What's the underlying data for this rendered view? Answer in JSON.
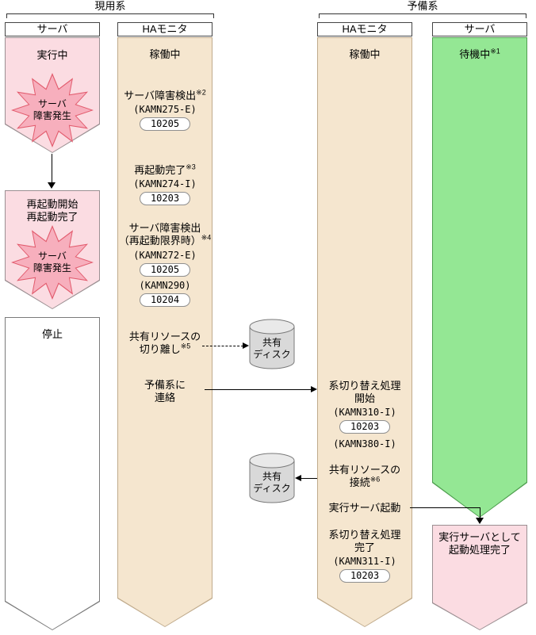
{
  "groups": {
    "active": "現用系",
    "standby": "予備系"
  },
  "columns": {
    "server_left": "サーバ",
    "monitor_left": "HAモニタ",
    "monitor_right": "HAモニタ",
    "server_right": "サーバ"
  },
  "active_server": {
    "running": "実行中",
    "burst1": {
      "line1": "サーバ",
      "line2": "障害発生"
    },
    "restart_start": "再起動開始",
    "restart_done": "再起動完了",
    "burst2": {
      "line1": "サーバ",
      "line2": "障害発生"
    },
    "stopped": "停止"
  },
  "active_monitor": {
    "status": "稼働中",
    "detect1": {
      "label": "サーバ障害検出",
      "note": "※2",
      "msg": "(KAMN275-E)",
      "code": "10205"
    },
    "restart": {
      "label": "再起動完了",
      "note": "※3",
      "msg": "(KAMN274-I)",
      "code": "10203"
    },
    "detect2": {
      "label1": "サーバ障害検出",
      "label2": "（再起動限界時）",
      "note": "※4",
      "msg1": "(KAMN272-E)",
      "code1": "10205",
      "msg2": "(KAMN290)",
      "code2": "10204"
    },
    "detach": {
      "line1": "共有リソースの",
      "line2": "切り離し",
      "note": "※5"
    },
    "notify": {
      "line1": "予備系に",
      "line2": "連絡"
    }
  },
  "standby_monitor": {
    "status": "稼働中",
    "switch_start": {
      "line1": "系切り替え処理",
      "line2": "開始",
      "msg1": "(KAMN310-I)",
      "code1": "10203",
      "msg2": "(KAMN380-I)"
    },
    "attach": {
      "line1": "共有リソースの",
      "line2": "接続",
      "note": "※6"
    },
    "start_server": "実行サーバ起動",
    "switch_done": {
      "line1": "系切り替え処理",
      "line2": "完了",
      "msg": "(KAMN311-I)",
      "code": "10203"
    }
  },
  "standby_server": {
    "standby": "待機中",
    "note": "※1",
    "result": {
      "line1": "実行サーバとして",
      "line2": "起動処理完了"
    }
  },
  "disk_left": {
    "line1": "共有",
    "line2": "ディスク"
  },
  "disk_right": {
    "line1": "共有",
    "line2": "ディスク"
  },
  "colors": {
    "beige_fill": "#f5e6cf",
    "beige_border": "#c0ab8c",
    "green_fill": "#94e794",
    "green_border": "#4f9e4f",
    "pink_fill": "#fbdce2",
    "pink_border": "#9b8f92",
    "white_fill": "#ffffff",
    "white_border": "#7a7a7a",
    "burst_fill": "#f7afbd",
    "burst_border": "#e25b6d",
    "badge_border": "#8f8f8f",
    "cyl_fill": "#d9d9d9",
    "cyl_top": "#e9e9e9",
    "cyl_stroke": "#7a7a7a"
  }
}
